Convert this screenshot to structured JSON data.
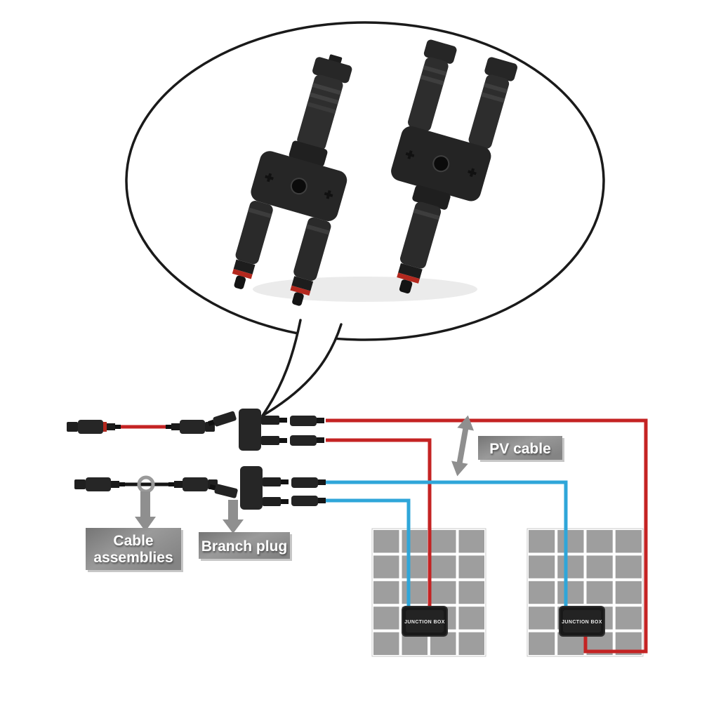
{
  "diagram": {
    "pv_cable": {
      "label": "PV cable"
    },
    "cable_assemblies": {
      "line1": "Cable",
      "line2": "assemblies"
    },
    "branch_plug": {
      "label": "Branch plug"
    },
    "panels": {
      "left": {
        "junction_box": "JUNCTION BOX"
      },
      "right": {
        "junction_box": "JUNCTION BOX"
      }
    },
    "icons": {
      "callout": "speech-bubble",
      "pv_cable_pointer": "double-arrow-vertical",
      "label_pointers": "down-arrow"
    },
    "colors": {
      "cable_red": "#c42323",
      "cable_blue": "#2fa6d9",
      "cable_black": "#161616",
      "label_gray": "#8f8f8f",
      "panel_gray": "#9e9e9e",
      "connector_black": "#242424",
      "outline_black": "#1a1a1a"
    }
  }
}
